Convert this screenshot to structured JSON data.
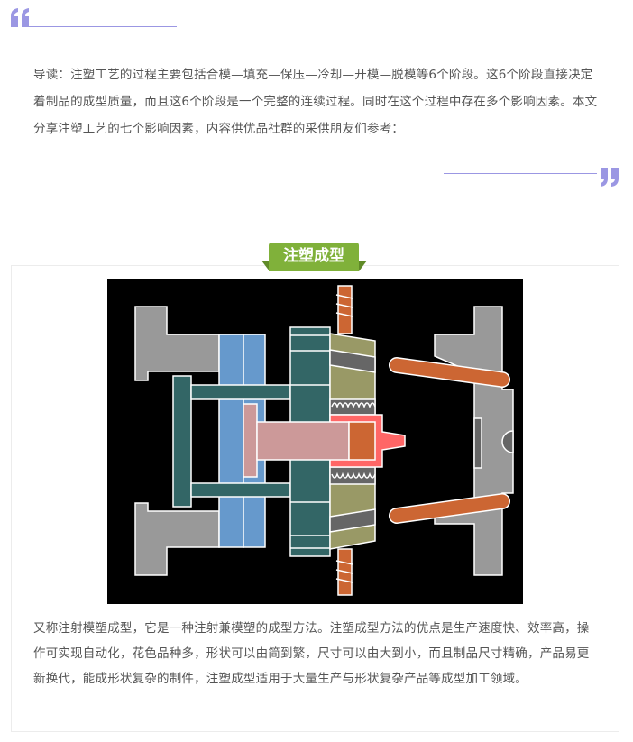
{
  "intro": {
    "text": "导读：注塑工艺的过程主要包括合模—填充—保压—冷却—开模—脱模等6个阶段。这6个阶段直接决定着制品的成型质量，而且这6个阶段是一个完整的连续过程。同时在这个过程中存在多个影响因素。本文分享注塑工艺的七个影响因素，内容供优品社群的采供朋友们参考："
  },
  "section": {
    "title": "注塑成型",
    "body": "又称注射模塑成型，它是一种注射兼模塑的成型方法。注塑成型方法的优点是生产速度快、效率高，操作可实现自动化，花色品种多，形状可以由简到繁，尺寸可以由大到小，而且制品尺寸精确，产品易更新换代，能成形状复杂的制件，注塑成型适用于大量生产与形状复杂产品等成型加工领域。"
  },
  "colors": {
    "accent": "#9b97e3",
    "badge": "#80b13a",
    "text": "#555555"
  }
}
